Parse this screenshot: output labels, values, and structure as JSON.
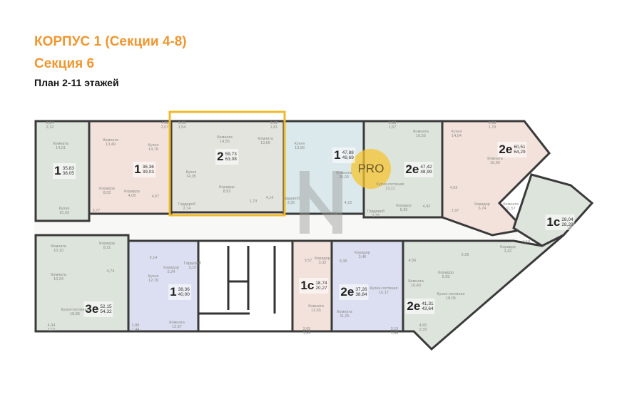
{
  "header": {
    "title": "КОРПУС 1 (Секции 4-8)",
    "section": "Секция 6",
    "plan": "План 2-11 этажей"
  },
  "badge": "PRO",
  "colors": {
    "accent": "#f0962e",
    "highlight": "#f0b92a",
    "green": "#dde4dc",
    "pink": "#f3e2dc",
    "lavender": "#dcdff1",
    "blue": "#dbe9ec"
  },
  "apartments": [
    {
      "type": "1",
      "area_living": "35,83",
      "area_total": "38,05",
      "rooms": [
        {
          "name": "Комната",
          "area": "14,01"
        },
        {
          "name": "Коридор",
          "area": "8,02"
        },
        {
          "name": "Кухня",
          "area": "10,03"
        },
        {
          "name": "",
          "area": "3,77"
        },
        {
          "name": "6,84",
          "area": "2,22"
        }
      ]
    },
    {
      "type": "1",
      "area_living": "36,36",
      "area_total": "39,03",
      "rooms": [
        {
          "name": "Комната",
          "area": "13,49"
        },
        {
          "name": "Кухня",
          "area": "14,78"
        },
        {
          "name": "Коридор",
          "area": "4,05"
        },
        {
          "name": "",
          "area": "4,57"
        },
        {
          "name": "4,38",
          "area": "2,07"
        }
      ]
    },
    {
      "type": "2",
      "area_living": "59,73",
      "area_total": "63,08",
      "rooms": [
        {
          "name": "Комната",
          "area": "14,55"
        },
        {
          "name": "Комната",
          "area": "13,66"
        },
        {
          "name": "Кухня",
          "area": "14,35"
        },
        {
          "name": "Коридор",
          "area": "8,52"
        },
        {
          "name": "Гардероб",
          "area": "2,74"
        },
        {
          "name": "",
          "area": "1,73"
        },
        {
          "name": "",
          "area": "4,14"
        },
        {
          "name": "3,08",
          "area": "1,54"
        },
        {
          "name": "3,62",
          "area": "1,81"
        }
      ]
    },
    {
      "type": "1",
      "area_living": "47,88",
      "area_total": "49,69",
      "rooms": [
        {
          "name": "Кухня",
          "area": "13,58"
        },
        {
          "name": "Комната",
          "area": "20,03"
        },
        {
          "name": "",
          "area": "4,22"
        },
        {
          "name": "Гардероб",
          "area": "3,25"
        },
        {
          "name": "",
          "area": "1,55"
        }
      ]
    },
    {
      "type": "2е",
      "area_living": "47,42",
      "area_total": "48,99",
      "rooms": [
        {
          "name": "Комната",
          "area": "16,55"
        },
        {
          "name": "Кухня-гостиная",
          "area": "13,11"
        },
        {
          "name": "Коридор",
          "area": "6,39"
        },
        {
          "name": "Гардероб",
          "area": "2,35"
        },
        {
          "name": "",
          "area": "4,42"
        },
        {
          "name": "3,58",
          "area": "1,57"
        }
      ]
    },
    {
      "type": "2е",
      "area_living": "60,51",
      "area_total": "64,29",
      "rooms": [
        {
          "name": "Кухня",
          "area": "14,54"
        },
        {
          "name": "Комната",
          "area": "16,90"
        },
        {
          "name": "Комната",
          "area": "11,57"
        },
        {
          "name": "Коридор",
          "area": "6,74"
        },
        {
          "name": "",
          "area": "4,03"
        },
        {
          "name": "",
          "area": "1,97"
        },
        {
          "name": "3,58",
          "area": "1,79"
        }
      ]
    },
    {
      "type": "1с",
      "area_living": "28,04",
      "area_total": "28,20",
      "rooms": [
        {
          "name": "",
          "area": "4,18"
        },
        {
          "name": "Коридор",
          "area": "3,42"
        }
      ]
    },
    {
      "type": "3е",
      "area_living": "52,15",
      "area_total": "54,32",
      "rooms": [
        {
          "name": "Комната",
          "area": "10,10"
        },
        {
          "name": "Комната",
          "area": "10,24"
        },
        {
          "name": "Коридор",
          "area": "8,21"
        },
        {
          "name": "",
          "area": "4,74"
        },
        {
          "name": "Кухня-гостиная",
          "area": "18,86"
        },
        {
          "name": "4,34",
          "area": "2,17"
        }
      ]
    },
    {
      "type": "1",
      "area_living": "38,36",
      "area_total": "40,00",
      "rooms": [
        {
          "name": "",
          "area": "5,14"
        },
        {
          "name": "Кухня",
          "area": "12,78"
        },
        {
          "name": "Коридор",
          "area": "5,24"
        },
        {
          "name": "Гардероб",
          "area": "3,15"
        },
        {
          "name": "Комната",
          "area": "12,87"
        },
        {
          "name": "2,88",
          "area": "1,44"
        }
      ]
    },
    {
      "type": "1с",
      "area_living": "18,74",
      "area_total": "20,27",
      "rooms": [
        {
          "name": "",
          "area": "3,57"
        },
        {
          "name": "Коридор",
          "area": "3,32"
        },
        {
          "name": "Комната",
          "area": "12,65"
        },
        {
          "name": "3,05",
          "area": "1,53"
        }
      ]
    },
    {
      "type": "2е",
      "area_living": "37,26",
      "area_total": "38,84",
      "rooms": [
        {
          "name": "",
          "area": "3,38"
        },
        {
          "name": "Коридор",
          "area": "3,46"
        },
        {
          "name": "Кухня-гостиная",
          "area": "16,17"
        },
        {
          "name": "Комната",
          "area": "11,25"
        },
        {
          "name": "3,15",
          "area": "1,58"
        }
      ]
    },
    {
      "type": "2е",
      "area_living": "41,31",
      "area_total": "43,64",
      "rooms": [
        {
          "name": "",
          "area": "4,56"
        },
        {
          "name": "",
          "area": "2,28"
        },
        {
          "name": "Коридор",
          "area": "5,99"
        },
        {
          "name": "Комната",
          "area": "10,43"
        },
        {
          "name": "Кухня-гостиная",
          "area": "18,05"
        },
        {
          "name": "4,65",
          "area": "2,33"
        }
      ]
    }
  ]
}
